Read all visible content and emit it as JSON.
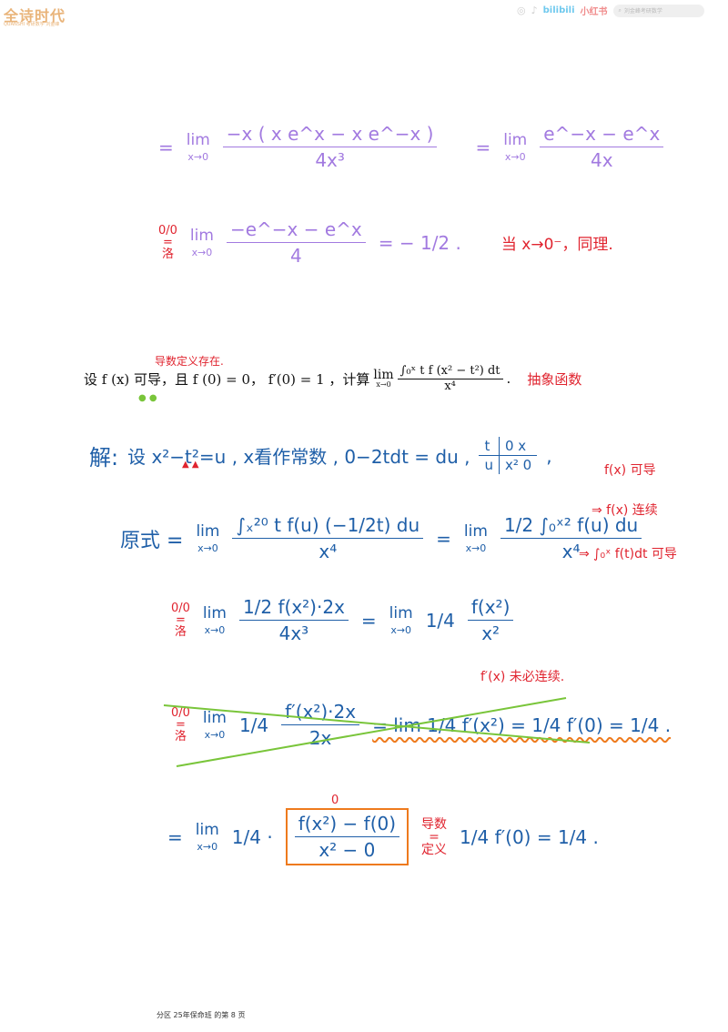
{
  "header": {
    "brand_name": "全诗时代",
    "brand_sub": "QUANSHI 考研数学 刘金峰",
    "social_weibo": "◎",
    "social_douyin": "♪",
    "social_bilibili": "bilibili",
    "social_xhs": "小红书",
    "search_placeholder": "刘金峰考研数学"
  },
  "block1": {
    "eq": "=",
    "lim": "lim",
    "lim_sub": "x→0",
    "frac1_num": "−x ( x e^x − x e^−x )",
    "frac1_den": "4x³",
    "eq2": "=",
    "frac2_num": "e^−x − e^x",
    "frac2_den": "4x"
  },
  "block2": {
    "hop_top": "0/0",
    "hop_bottom": "洛",
    "frac_num": "−e^−x − e^x",
    "frac_den": "4",
    "result": "= − 1/2 .",
    "note": "当 x→0⁻，同理."
  },
  "problem": {
    "annotation_top": "导数定义存在.",
    "text_part1": "设 f (x) 可导，且 f (0) = 0， f′(0) = 1 ，计算",
    "lim": "lim",
    "lim_sub": "x→0",
    "integral_num": "∫₀ˣ t f (x² − t²) dt",
    "integral_den": "x⁴",
    "period": ".",
    "annotation_right": "抽象函数"
  },
  "solution": {
    "label": "解:",
    "sub_intro": "设 x²−t²=u ,  x看作常数 ,  0−2tdt = du ,",
    "table_h1": "t",
    "table_h2": "0   x",
    "table_r1": "u",
    "table_r2": "x²   0",
    "note_diff": "f(x) 可导",
    "note_cont": "⇒ f(x) 连续",
    "note_int": "⇒ ∫₀ˣ f(t)dt 可导"
  },
  "step1": {
    "lhs": "原式 =",
    "lim": "lim",
    "lim_sub": "x→0",
    "frac1_num": "∫ₓ²⁰ t f(u) (−1/2t) du",
    "frac1_den": "x⁴",
    "eq": "=",
    "frac2_num": "1/2 ∫₀ˣ² f(u) du",
    "frac2_den": "x⁴"
  },
  "step2": {
    "hop_top": "0/0",
    "hop_bottom": "洛",
    "frac1_num": "1/2 f(x²)·2x",
    "frac1_den": "4x³",
    "eq": "=",
    "coef": "1/4",
    "frac2_num": "f(x²)",
    "frac2_den": "x²"
  },
  "step3": {
    "note": "f′(x) 未必连续.",
    "hop_top": "0/0",
    "hop_bottom": "洛",
    "coef": "1/4",
    "frac_num": "f′(x²)·2x",
    "frac_den": "2x",
    "rest": "= lim 1/4 f′(x²) = 1/4 f′(0) = 1/4 ."
  },
  "step4": {
    "eq": "=",
    "lim": "lim",
    "lim_sub": "x→0",
    "coef": "1/4 ·",
    "box_num": "f(x²) − f(0)",
    "box_den": "x² − 0",
    "zero_mark": "0",
    "def_top": "导数",
    "def_eq": "=",
    "def_bottom": "定义",
    "result": "1/4 f′(0) = 1/4 ."
  },
  "footer": {
    "text": "分区 25年保命班 的第 8 页"
  }
}
